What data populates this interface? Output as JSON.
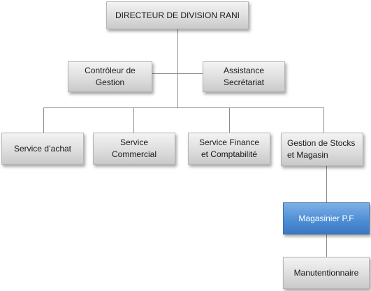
{
  "nodes": {
    "director": "DIRECTEUR DE DIVISION RANI",
    "controller": "Contrôleur de\nGestion",
    "assistant": "Assistance\nSecrétariat",
    "purchasing": "Service d’achat",
    "commercial": "Service\nCommercial",
    "finance": "Service Finance\net Comptabilité",
    "stock": "Gestion de Stocks\net Magasin",
    "storekeeper": "Magasinier P.F",
    "handler": "Manutentionnaire"
  },
  "colors": {
    "box": "#dedede",
    "highlight": "#4f8fd6",
    "connector": "#8c8c8c"
  }
}
